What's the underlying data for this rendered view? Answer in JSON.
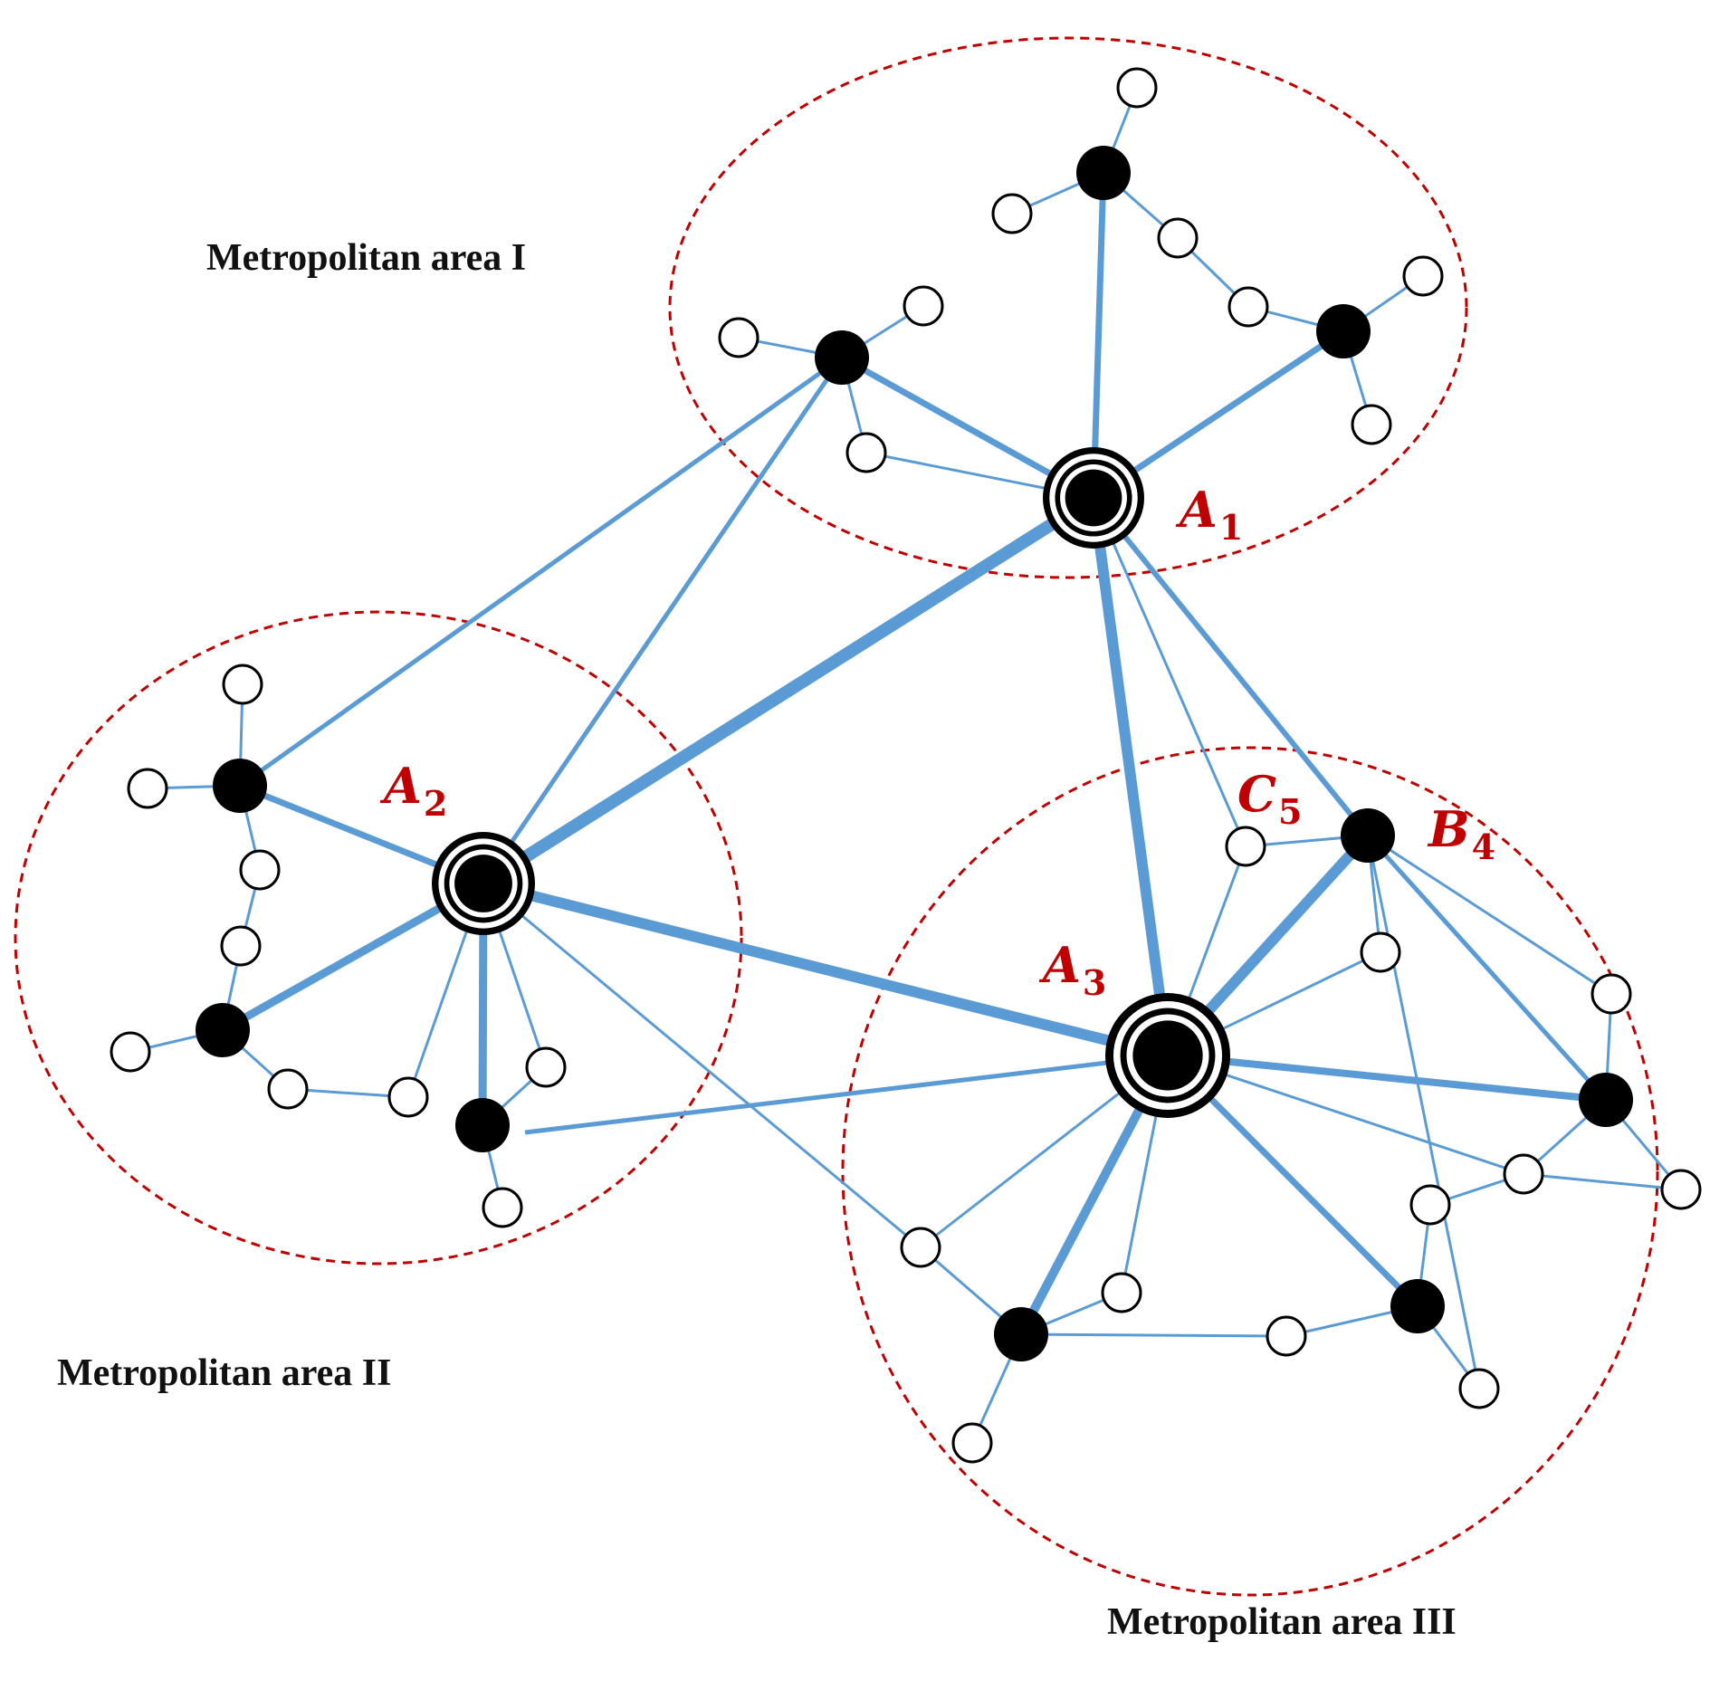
{
  "areas": [
    {
      "label": "Metropolitan area I"
    },
    {
      "label": "Metropolitan area II"
    },
    {
      "label": "Metropolitan area III"
    }
  ],
  "hubs": {
    "A1": {
      "letter": "A",
      "sub": "1"
    },
    "A2": {
      "letter": "A",
      "sub": "2"
    },
    "A3": {
      "letter": "A",
      "sub": "3"
    },
    "B4": {
      "letter": "B",
      "sub": "4"
    },
    "C5": {
      "letter": "C",
      "sub": "5"
    }
  },
  "colors": {
    "edge": "#5b9bd5",
    "boundary": "#c00000",
    "label": "#c00000",
    "node_fill_dark": "#000000",
    "node_fill_light": "#ffffff"
  }
}
